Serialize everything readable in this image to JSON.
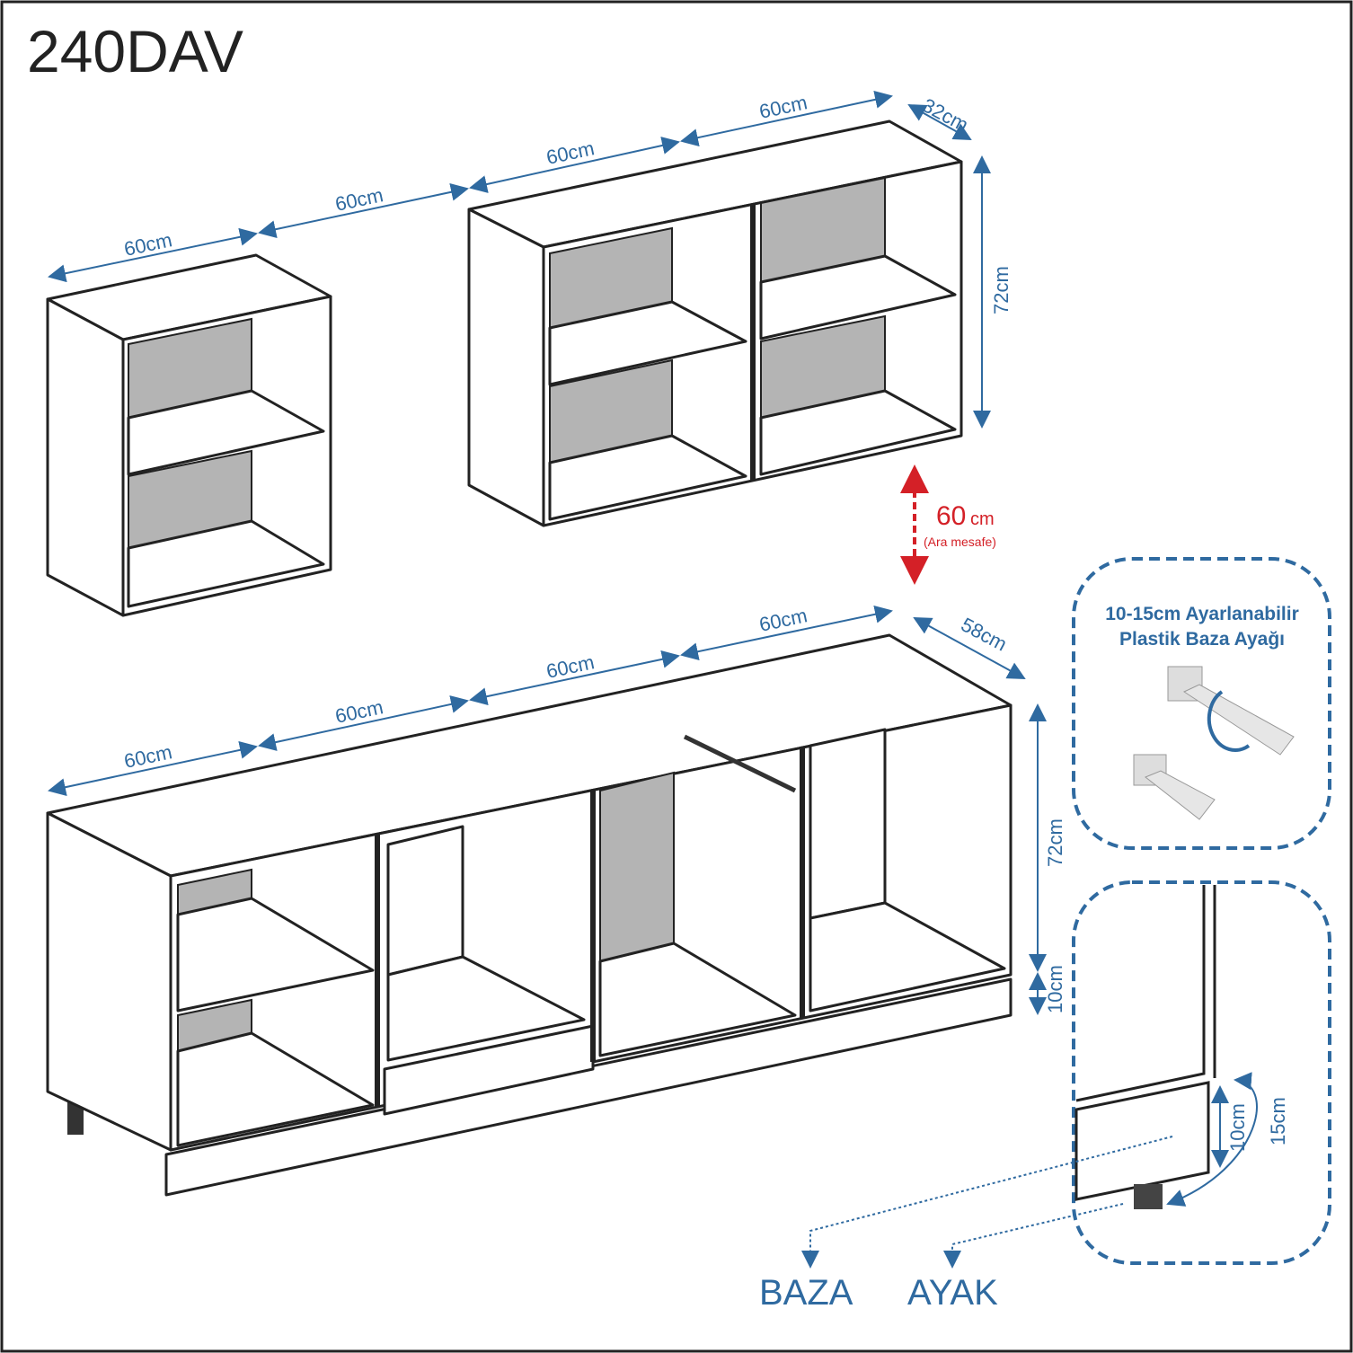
{
  "title": "240DAV",
  "upper": {
    "widths": [
      "60cm",
      "60cm",
      "60cm",
      "60cm"
    ],
    "depth": "32cm",
    "height": "72cm"
  },
  "gap": {
    "value": "60",
    "unit": "cm",
    "note": "(Ara mesafe)"
  },
  "lower": {
    "widths": [
      "60cm",
      "60cm",
      "60cm",
      "60cm"
    ],
    "depth": "58cm",
    "height": "72cm",
    "plinth": "10cm"
  },
  "foot_box": {
    "line1": "10-15cm Ayarlanabilir",
    "line2": "Plastik Baza Ayağı"
  },
  "detail": {
    "min": "10cm",
    "max": "15cm"
  },
  "labels": {
    "baza": "BAZA",
    "ayak": "AYAK"
  },
  "colors": {
    "dimension": "#2f6aa0",
    "gap": "#d42027"
  }
}
